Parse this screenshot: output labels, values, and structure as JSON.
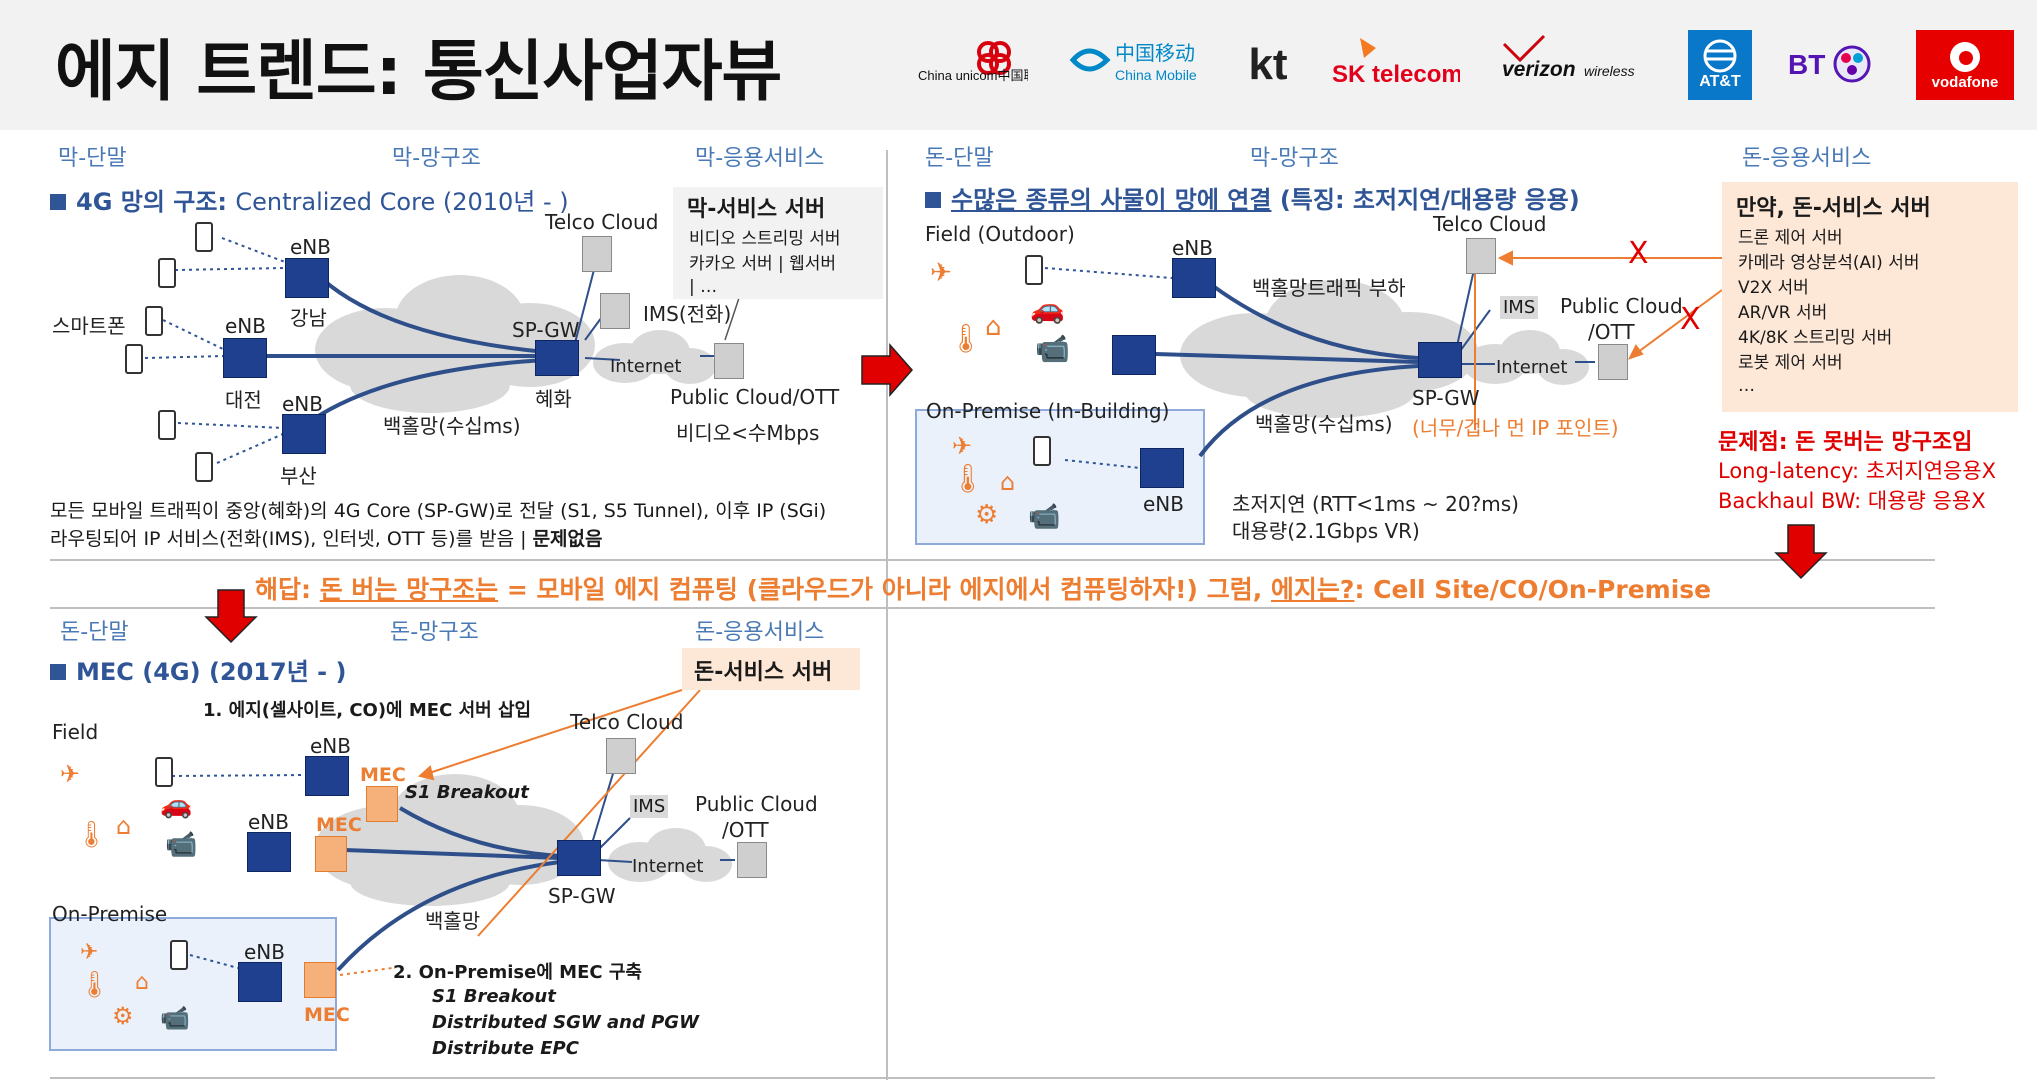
{
  "title": "에지 트렌드: 통신사업자뷰",
  "logos": {
    "china_unicom": "China unicom中国联通",
    "china_mobile_cn": "中国移动",
    "china_mobile_en": "China Mobile",
    "kt": "kt",
    "sk": "SK telecom",
    "verizon": "verizon",
    "verizon_wireless": "wireless",
    "att": "AT&T",
    "bt": "BT",
    "vodafone": "vodafone"
  },
  "q1": {
    "col1": "막-단말",
    "col2": "막-망구조",
    "col3": "막-응용서비스",
    "heading_ko": "4G 망의 구조:",
    "heading_en": "Centralized Core (2010년 - )",
    "server_title": "막-서비스 서버",
    "server_items": [
      "비디오 스트리밍 서버",
      "카카오 서버 | 웹서버",
      "| …"
    ],
    "telco_cloud": "Telco Cloud",
    "ims": "IMS(전화)",
    "internet": "Internet",
    "public_cloud": "Public Cloud/OTT",
    "video_rate": "비디오<수Mbps",
    "enb": "eNB",
    "gangnam": "강남",
    "daejeon": "대전",
    "busan": "부산",
    "smartphone": "스마트폰",
    "sgw": "SP-GW",
    "hyehwa": "혜화",
    "backhaul": "백홀망(수십ms)",
    "note1": "모든 모바일 트래픽이 중앙(혜화)의 4G Core (SP-GW)로 전달 (S1, S5 Tunnel), 이후 IP (SGi)",
    "note2": "라우팅되어 IP 서비스(전화(IMS), 인터넷, OTT 등)를 받음 |",
    "note2_bold": "문제없음"
  },
  "q2": {
    "col1": "돈-단말",
    "col2": "막-망구조",
    "col3": "돈-응용서비스",
    "heading_ko": "수많은 종류의 사물이 망에 연결",
    "heading_suffix": "(특징: 초저지연/대용량 응용)",
    "field": "Field (Outdoor)",
    "onprem": "On-Premise (In-Building)",
    "enb": "eNB",
    "telco_cloud": "Telco Cloud",
    "ims": "IMS",
    "internet": "Internet",
    "public_cloud_1": "Public Cloud",
    "public_cloud_2": "/OTT",
    "traffic_load": "백홀망트래픽 부하",
    "backhaul": "백홀망(수십ms)",
    "sgw": "SP-GW",
    "ip_point": "(너무/겁나 먼 IP 포인트)",
    "latency": "초저지연 (RTT<1ms ~ 20?ms)",
    "capacity": "대용량(2.1Gbps VR)",
    "x_mark": "X",
    "server_title": "만약, 돈-서비스 서버",
    "server_items": [
      "드론 제어 서버",
      "카메라 영상분석(AI) 서버",
      "V2X 서버",
      "AR/VR 서버",
      "4K/8K 스트리밍 서버",
      "로봇 제어 서버",
      "…"
    ],
    "problem_title": "문제점: 돈 못버는 망구조임",
    "problem_1": "Long-latency: 초저지연응용X",
    "problem_2": "Backhaul BW: 대용량 응용X"
  },
  "answer": {
    "text_1": "해답:",
    "text_2": "돈 버는 망구조는",
    "text_3": "= 모바일 에지 컴퓨팅 (클라우드가 아니라 에지에서 컴퓨팅하자!) 그럼,",
    "text_4": "에지는?",
    "text_5": ": Cell Site/CO/On-Premise"
  },
  "q3": {
    "col1": "돈-단말",
    "col2": "돈-망구조",
    "col3": "돈-응용서비스",
    "heading": "MEC (4G) (2017년 - )",
    "server_title": "돈-서비스 서버",
    "step1": "1. 에지(셀사이트, CO)에 MEC 서버 삽입",
    "field": "Field",
    "onprem": "On-Premise",
    "enb": "eNB",
    "mec": "MEC",
    "s1_breakout": "S1 Breakout",
    "telco_cloud": "Telco Cloud",
    "ims": "IMS",
    "internet": "Internet",
    "public_cloud_1": "Public Cloud",
    "public_cloud_2": "/OTT",
    "sgw": "SP-GW",
    "backhaul": "백홀망",
    "step2": "2. On-Premise에 MEC 구축",
    "step2_items": [
      "S1 Breakout",
      "Distributed SGW and PGW",
      "Distribute EPC"
    ]
  },
  "colors": {
    "heading_blue": "#2f5597",
    "section_blue": "#4a7ab5",
    "orange": "#ed7d31",
    "red": "#e00000",
    "line_blue": "#2e4f8a",
    "server_box": "#f2f2f2",
    "money_box": "#fde7d6"
  }
}
